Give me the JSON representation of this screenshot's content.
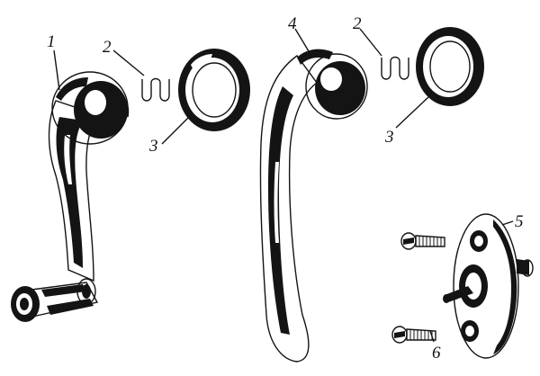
{
  "figure": {
    "callouts": [
      {
        "id": "crank-handle",
        "text": "1"
      },
      {
        "id": "spring-clip-left",
        "text": "2"
      },
      {
        "id": "escutcheon-left",
        "text": "3"
      },
      {
        "id": "door-handle",
        "text": "4"
      },
      {
        "id": "spring-clip-right",
        "text": "2"
      },
      {
        "id": "escutcheon-right",
        "text": "3"
      },
      {
        "id": "lock-plate",
        "text": "5"
      },
      {
        "id": "screw",
        "text": "6"
      }
    ]
  },
  "colors": {
    "ink": "#141414",
    "paper": "#ffffff"
  }
}
